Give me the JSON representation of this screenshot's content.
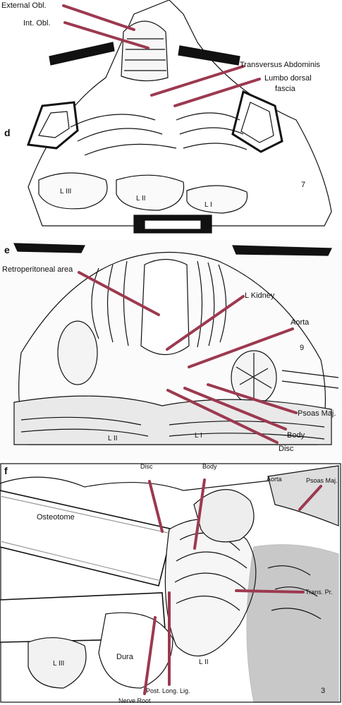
{
  "panels": {
    "d": {
      "letter": "d",
      "number": "7",
      "labels": {
        "external_obl": "External Obl.",
        "int_obl": "Int. Obl.",
        "transversus": "Transversus Abdominis",
        "lumbo_dorsal": "Lumbo dorsal",
        "fascia": "fascia"
      },
      "vertebrae": {
        "l3": "L III",
        "l2": "L II",
        "l1": "L I"
      }
    },
    "e": {
      "letter": "e",
      "number": "9",
      "labels": {
        "retroperitoneal": "Retroperitoneal area",
        "l_kidney": "L Kidney",
        "aorta": "Aorta",
        "psoas": "Psoas Maj.",
        "body": "Body",
        "disc": "Disc"
      },
      "vertebrae": {
        "l2": "L II",
        "l1": "L I"
      }
    },
    "f": {
      "letter": "f",
      "number": "3",
      "labels": {
        "disc": "Disc",
        "body": "Body",
        "aorta": "Aorta",
        "psoas": "Psoas Maj.",
        "osteotome": "Osteotome",
        "trans_pr": "Trans. Pr.",
        "dura": "Dura",
        "post_long_lig": "Post. Long. Lig.",
        "nerve_root": "Nerve Root"
      },
      "vertebrae": {
        "l3": "L III",
        "l2": "L II"
      }
    }
  },
  "colors": {
    "leader": "#9c3950",
    "ink": "#111111"
  }
}
